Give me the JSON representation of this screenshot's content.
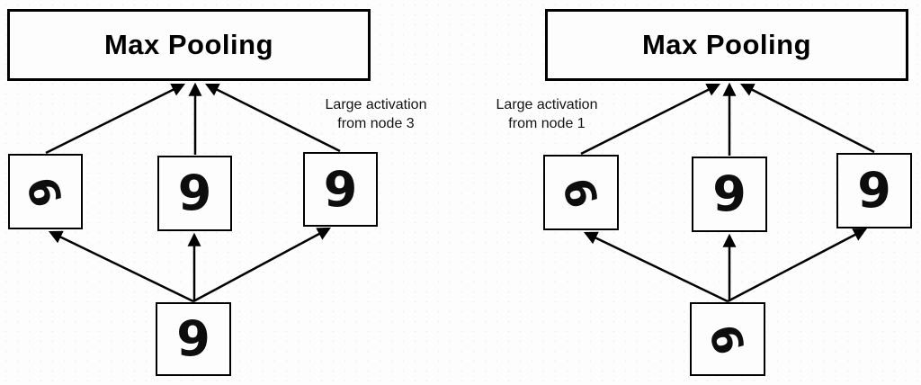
{
  "colors": {
    "stroke": "#000000",
    "box_fill": "#fdfdfd",
    "background": "#fdfdfd",
    "text": "#000000"
  },
  "diagrams": [
    {
      "title": "Max Pooling",
      "annotation": {
        "line1": "Large activation",
        "line2": "from node 3"
      },
      "nodes": {
        "left": {
          "digit": "9"
        },
        "middle": {
          "digit": "9"
        },
        "right": {
          "digit": "9"
        },
        "bottom": {
          "digit": "9"
        }
      }
    },
    {
      "title": "Max Pooling",
      "annotation": {
        "line1": "Large activation",
        "line2": "from node 1"
      },
      "nodes": {
        "left": {
          "digit": "9"
        },
        "middle": {
          "digit": "9"
        },
        "right": {
          "digit": "9"
        },
        "bottom": {
          "digit": "9"
        }
      }
    }
  ]
}
